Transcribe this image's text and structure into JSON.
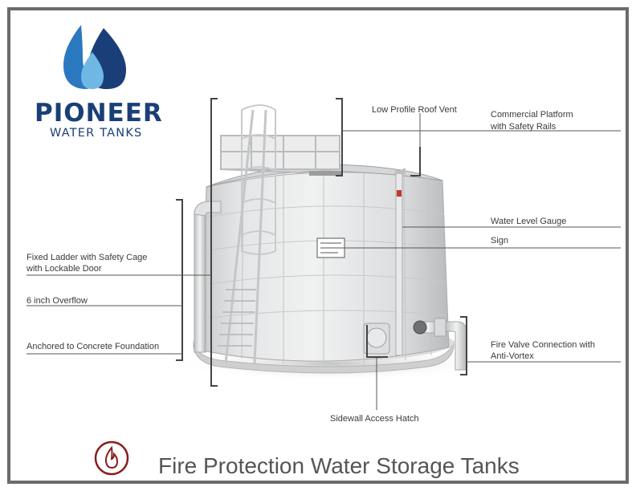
{
  "logo": {
    "name": "PIONEER",
    "tagline": "WATER TANKS",
    "colors": {
      "dark": "#1a3f78",
      "mid": "#2a78c0",
      "light": "#6fb8e6"
    }
  },
  "callouts": {
    "roof_vent": "Low Profile Roof Vent",
    "platform_line1": "Commercial Platform",
    "platform_line2": "with Safety Rails",
    "level_gauge": "Water Level Gauge",
    "sign": "Sign",
    "ladder_line1": "Fixed Ladder with Safety Cage",
    "ladder_line2": "with Lockable Door",
    "overflow": "6 inch Overflow",
    "foundation": "Anchored to Concrete Foundation",
    "fire_valve_line1": "Fire Valve Connection with",
    "fire_valve_line2": "Anti-Vortex",
    "access_hatch": "Sidewall Access Hatch"
  },
  "footer": {
    "title": "Fire Protection Water Storage Tanks",
    "icon": "flame-icon",
    "accent_color": "#8a1c1c"
  }
}
